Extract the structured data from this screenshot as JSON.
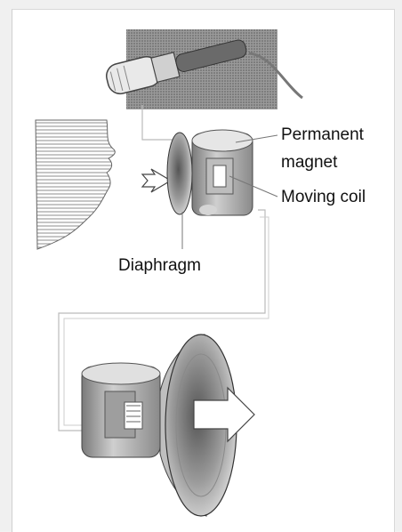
{
  "labels": {
    "permanent_magnet_line1": "Permanent",
    "permanent_magnet_line2": "magnet",
    "moving_coil": "Moving coil",
    "diaphragm": "Diaphragm"
  },
  "colors": {
    "background": "#f0f0f0",
    "panel": "#ffffff",
    "ink": "#111111"
  }
}
